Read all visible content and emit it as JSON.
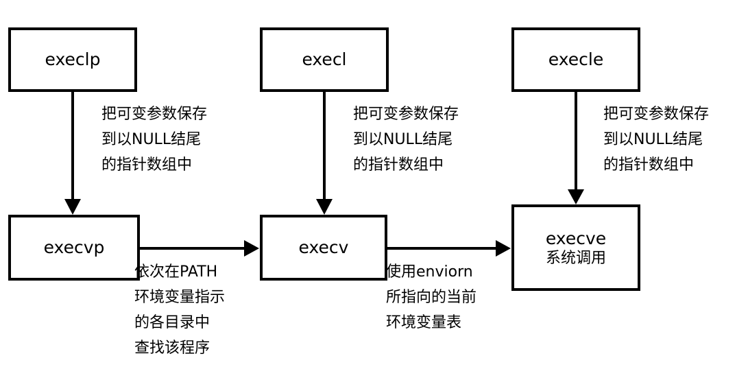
{
  "nodes": {
    "execlp": "execlp",
    "execl": "execl",
    "execle": "execle",
    "execvp": "execvp",
    "execv": "execv",
    "execve": "execve",
    "execve_sub": "系统调用"
  },
  "edge_labels": {
    "execlp_to_execvp": [
      "把可变参数保存",
      "到以NULL结尾",
      "的指针数组中"
    ],
    "execl_to_execv": [
      "把可变参数保存",
      "到以NULL结尾",
      "的指针数组中"
    ],
    "execle_to_execve": [
      "把可变参数保存",
      "到以NULL结尾",
      "的指针数组中"
    ],
    "execvp_to_execv": [
      "依次在PATH",
      "环境变量指示",
      "的各目录中",
      "查找该程序"
    ],
    "execv_to_execve": [
      "使用enviorn",
      "所指向的当前",
      "环境变量表"
    ]
  }
}
